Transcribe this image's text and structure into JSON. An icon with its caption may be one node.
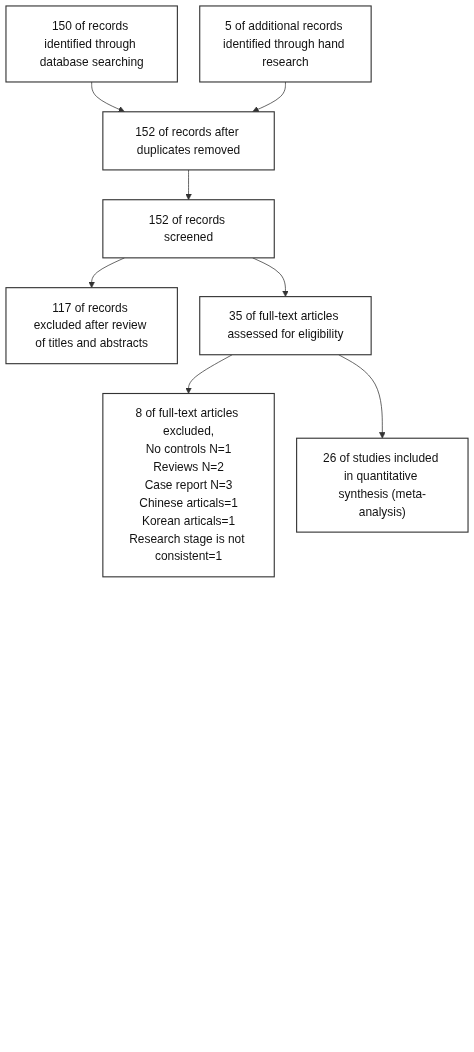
{
  "diagram": {
    "nodes": [
      {
        "text": [
          "150 of records identified through database searching"
        ]
      },
      {
        "text": [
          "5 of additional records identified through hand research"
        ]
      },
      {
        "text": [
          "152 of records after duplicates removed"
        ]
      },
      {
        "text": [
          "152 of records screened"
        ]
      },
      {
        "text": [
          "117 of records excluded after review of titles and abstracts"
        ]
      },
      {
        "text": [
          "8 of full-text articles excluded,",
          "No controls N=1",
          "Reviews N=2",
          "Case report N=3",
          "Chinese articals=1",
          "Korean articals=1",
          "Research stage is not consistent=1"
        ]
      },
      {
        "text": [
          "35 of full-text articles assessed for eligibility"
        ]
      },
      {
        "text": [
          "26 of studies included in quantitative synthesis (meta-analysis)"
        ]
      }
    ],
    "edges": [
      {
        "from": 0,
        "to": 2,
        "arrow": "to"
      },
      {
        "from": 1,
        "to": 2,
        "arrow": "to"
      },
      {
        "from": 2,
        "to": 3,
        "arrow": "to"
      },
      {
        "from": 3,
        "to": 4,
        "arrow": "to"
      },
      {
        "from": 3,
        "to": 6,
        "arrow": "to"
      },
      {
        "from": 6,
        "to": 5,
        "arrow": "to"
      },
      {
        "from": 6,
        "to": 7,
        "arrow": "to"
      }
    ]
  }
}
